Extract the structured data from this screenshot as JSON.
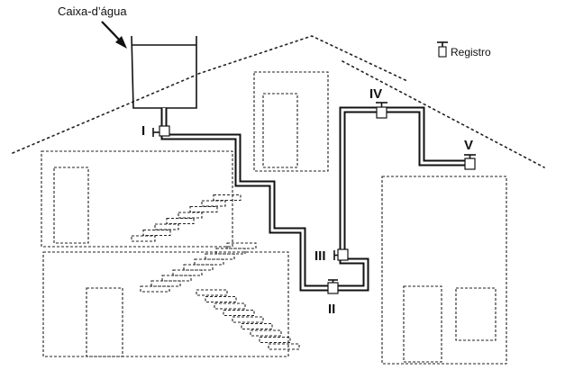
{
  "labels": {
    "tank": "Caixa-d’água",
    "legend": "Registro",
    "valve_1": "I",
    "valve_2": "II",
    "valve_3": "III",
    "valve_4": "IV",
    "valve_5": "V"
  },
  "icons": {
    "tank_arrow": "arrow-icon",
    "valve": "valve-icon"
  },
  "colors": {
    "ink": "#111111",
    "background": "#ffffff"
  }
}
